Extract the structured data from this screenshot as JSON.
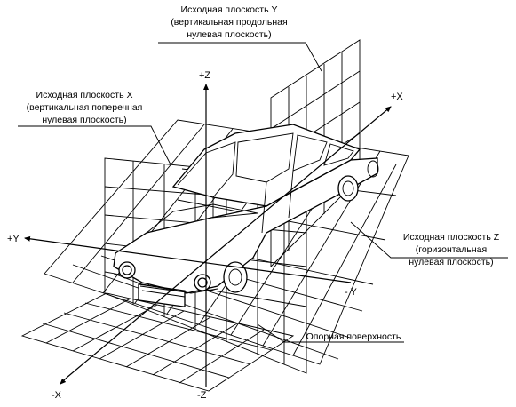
{
  "labels": {
    "plane_y": {
      "line1": "Исходная плоскость Y",
      "line2": "(вертикальная продольная",
      "line3": "нулевая плоскость)"
    },
    "plane_x": {
      "line1": "Исходная плоскость X",
      "line2": "(вертикальная поперечная",
      "line3": "нулевая плоскость)"
    },
    "plane_z": {
      "line1": "Исходная плоскость Z",
      "line2": "(горизонтальная",
      "line3": "нулевая плоскость)"
    },
    "reference_surface": "Опорная поверхность"
  },
  "axes": {
    "pos_z": "+Z",
    "neg_z": "-Z",
    "pos_x": "+X",
    "neg_x": "-X",
    "pos_y": "+Y",
    "neg_y": "- Y"
  }
}
